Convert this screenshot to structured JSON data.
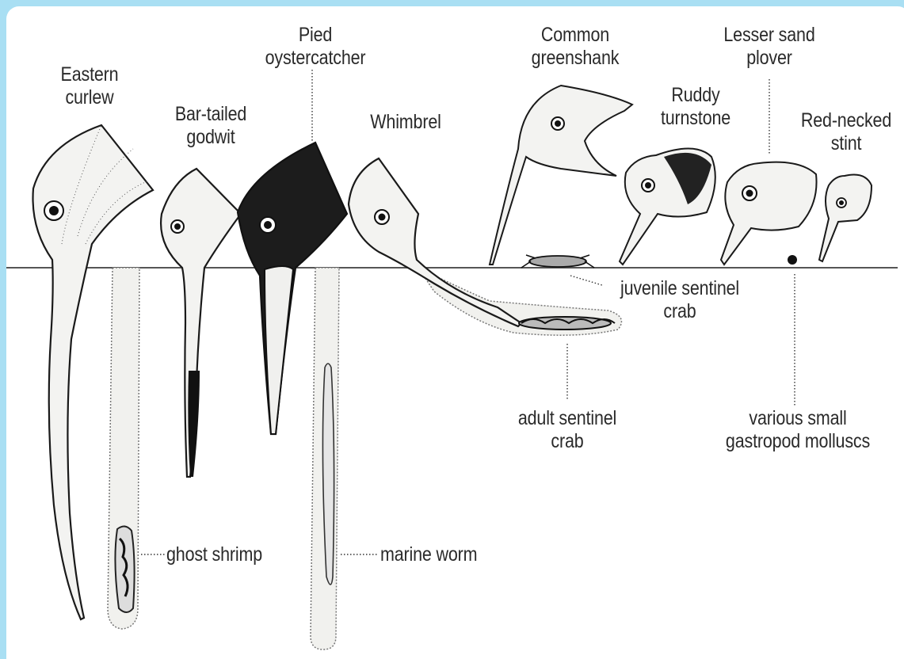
{
  "birds": {
    "eastern_curlew": [
      "Eastern",
      "curlew"
    ],
    "bar_tailed_godwit": [
      "Bar-tailed",
      "godwit"
    ],
    "pied_oystercatcher": [
      "Pied",
      "oystercatcher"
    ],
    "whimbrel": [
      "Whimbrel"
    ],
    "common_greenshank": [
      "Common",
      "greenshank"
    ],
    "ruddy_turnstone": [
      "Ruddy",
      "turnstone"
    ],
    "lesser_sand_plover": [
      "Lesser sand",
      "plover"
    ],
    "red_necked_stint": [
      "Red-necked",
      "stint"
    ]
  },
  "prey": {
    "juvenile_sentinel_crab": [
      "juvenile sentinel",
      "crab"
    ],
    "adult_sentinel_crab": [
      "adult sentinel",
      "crab"
    ],
    "gastropods": [
      "various small",
      "gastropod molluscs"
    ],
    "ghost_shrimp": [
      "ghost shrimp"
    ],
    "marine_worm": [
      "marine worm"
    ]
  },
  "colors": {
    "frame_border": "#a9dff3",
    "ink": "#1a1a1a",
    "burrow_fill": "#f1f1ee"
  }
}
